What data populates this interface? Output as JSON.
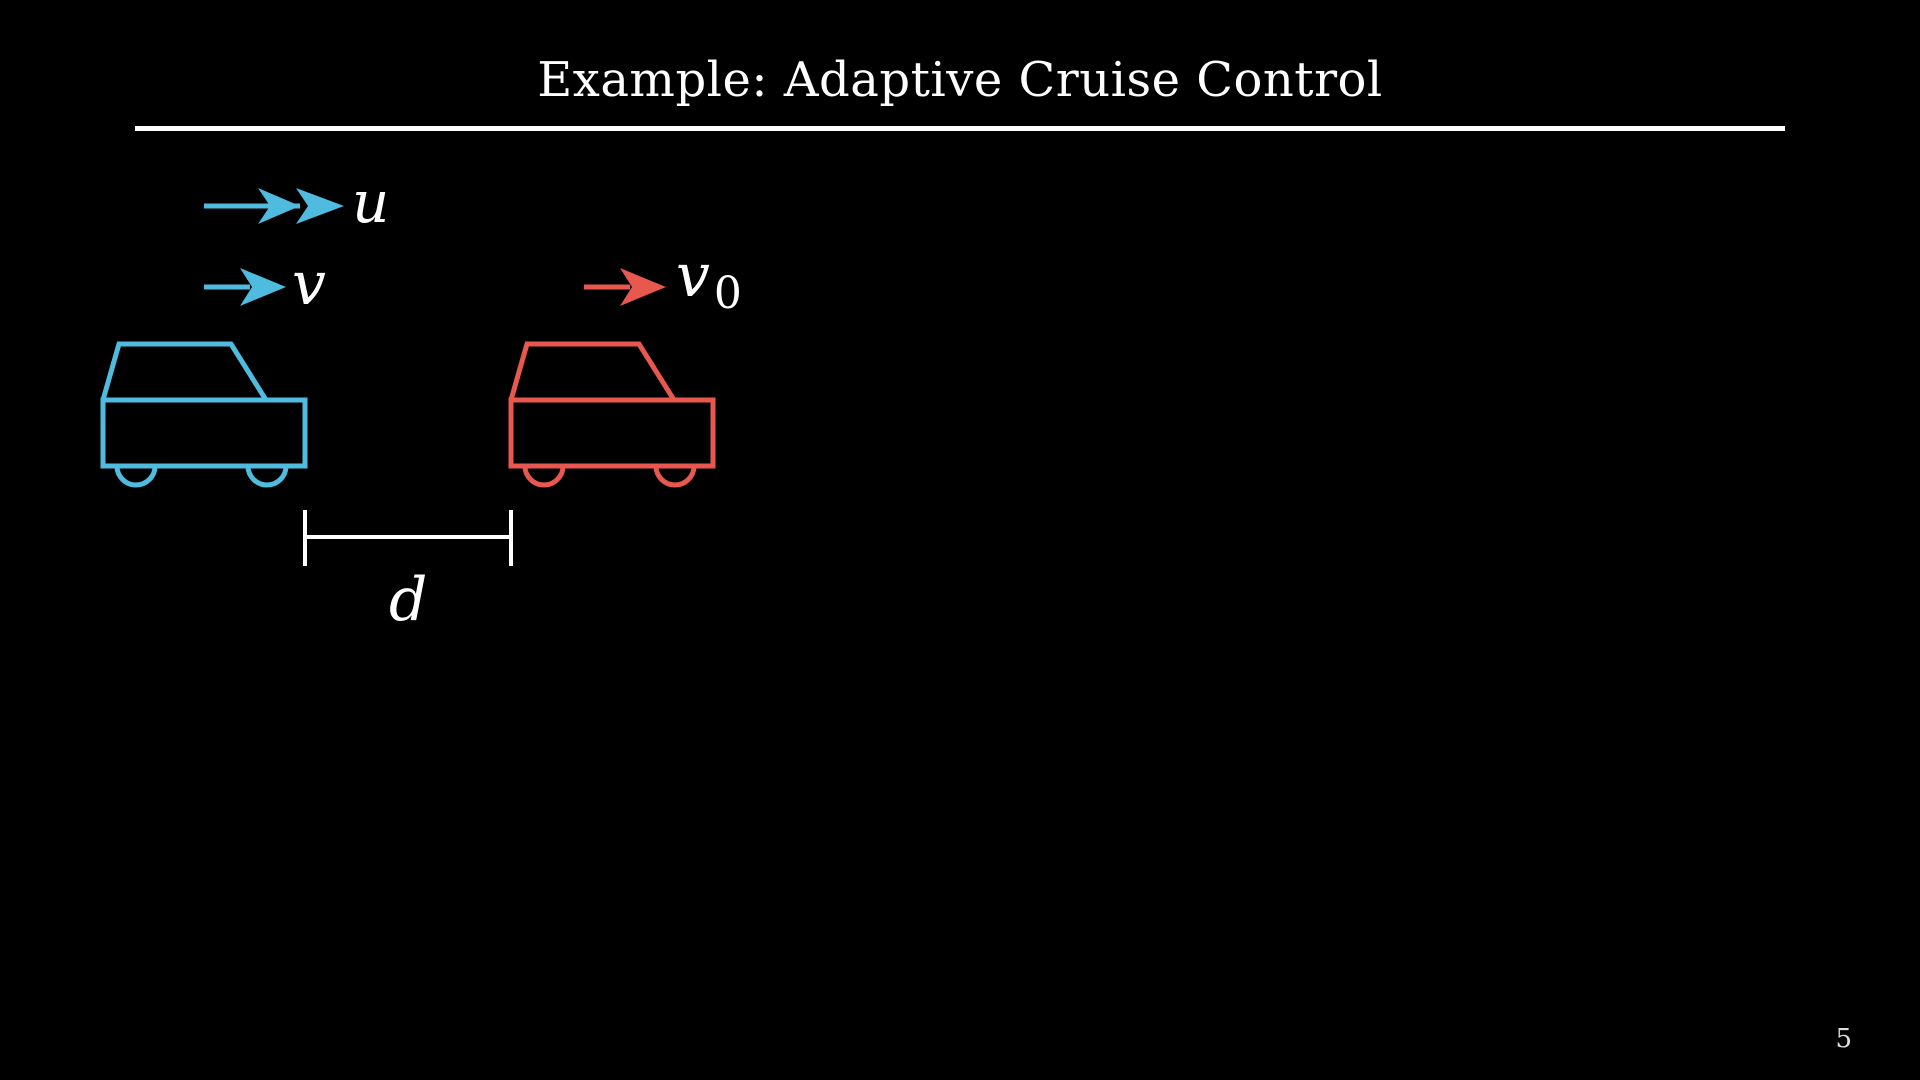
{
  "slide": {
    "title": "Example: Adaptive Cruise Control",
    "page_number": "5"
  },
  "diagram": {
    "labels": {
      "input": "u",
      "ego_velocity": "v",
      "lead_velocity_base": "v",
      "lead_velocity_subscript": "0",
      "distance": "d"
    },
    "icons": [
      "ego-car-icon",
      "lead-car-icon",
      "double-arrow-icon",
      "arrow-right-icon"
    ]
  },
  "colors": {
    "background": "#000000",
    "ego_car": "#4fbcdf",
    "lead_car": "#e8584e",
    "text": "#ffffff"
  }
}
